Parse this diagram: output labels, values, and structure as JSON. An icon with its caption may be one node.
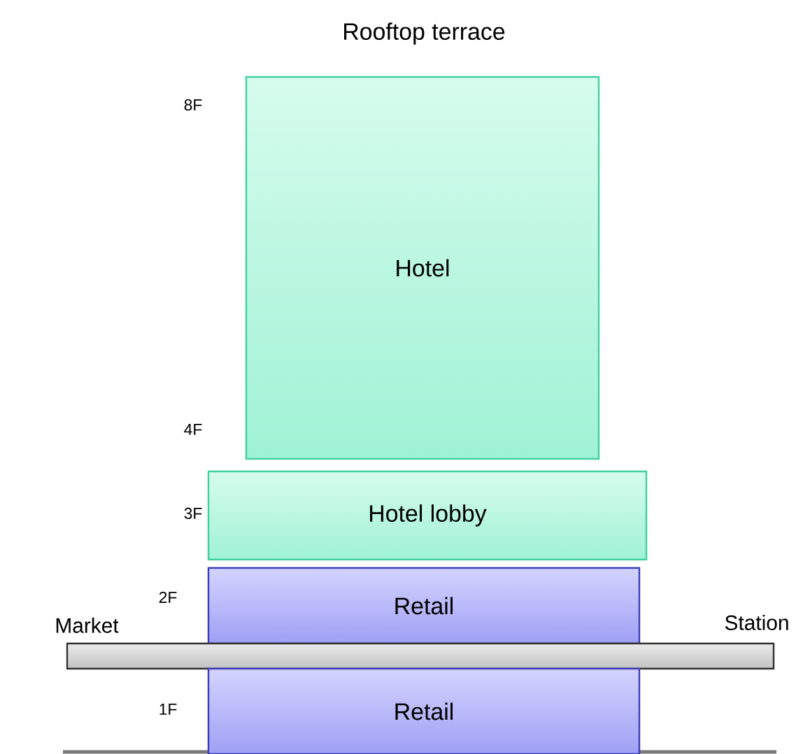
{
  "diagram": {
    "title": "Rooftop terrace",
    "nodes": [
      {
        "text": [
          "Hotel"
        ]
      },
      {
        "text": [
          "Hotel lobby"
        ]
      },
      {
        "text": [
          "Retail"
        ]
      },
      {
        "text": [],
        "shape": "bar"
      },
      {
        "text": [
          "Retail"
        ]
      }
    ],
    "labels": [
      "8F",
      "4F",
      "3F",
      "2F",
      "Market",
      "Station",
      "1F"
    ]
  }
}
